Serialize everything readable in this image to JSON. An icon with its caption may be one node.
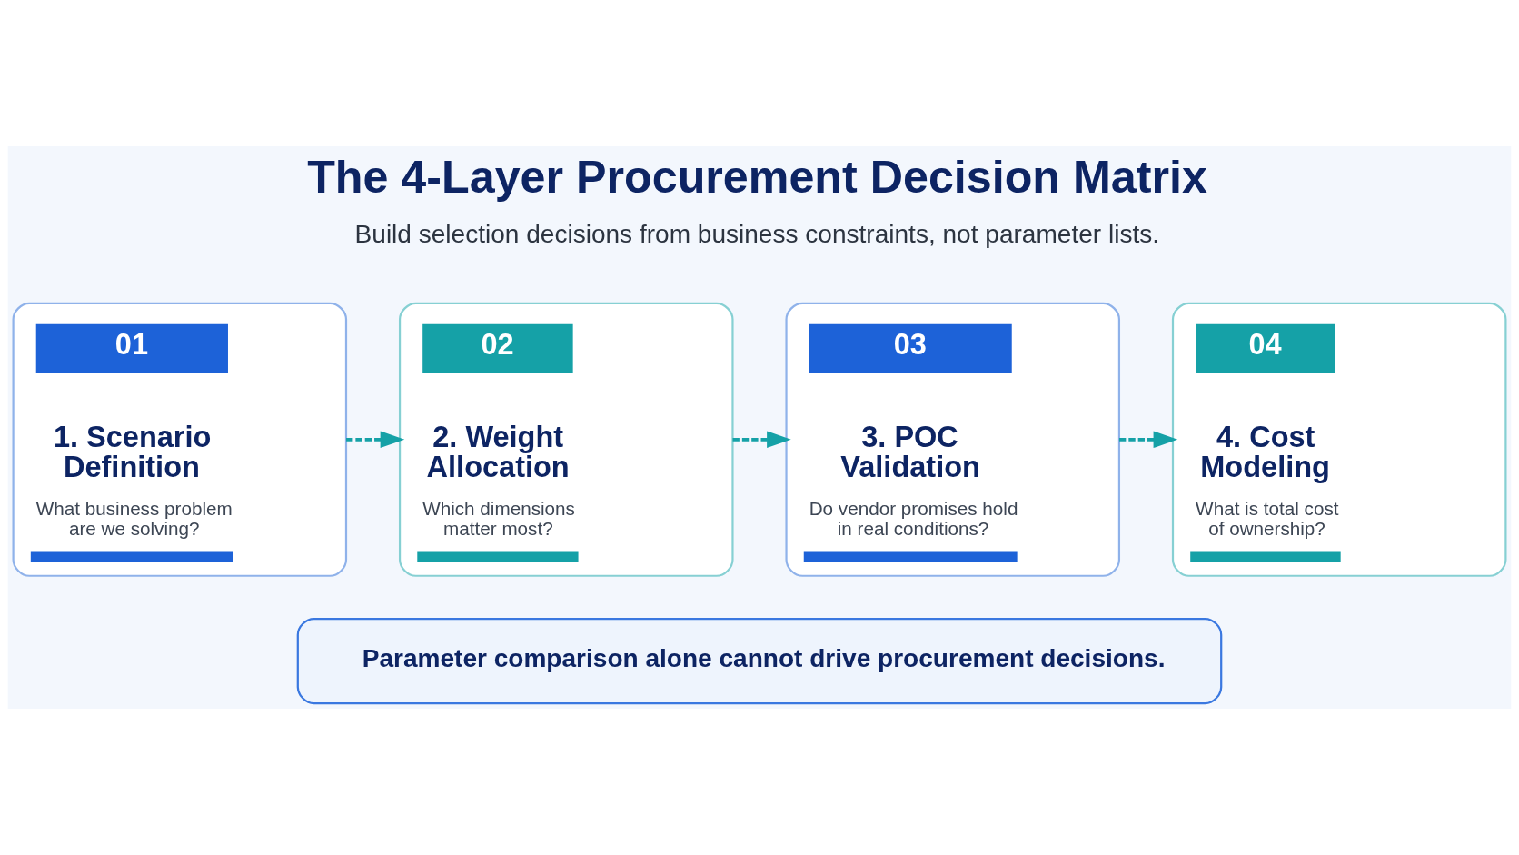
{
  "diagram": {
    "title": "The 4-Layer Procurement Decision Matrix",
    "nodes": [
      {
        "text": [
          "01",
          "1. Scenario Definition",
          "What business problem are we solving?"
        ]
      },
      {
        "text": [
          "02",
          "2. Weight Allocation",
          "Which dimensions matter most?"
        ]
      },
      {
        "text": [
          "03",
          "3. POC Validation",
          "Do vendor promises hold in real conditions?"
        ]
      },
      {
        "text": [
          "04",
          "4. Cost Modeling",
          "What is total cost of ownership?"
        ]
      },
      {
        "text": [
          "Parameter comparison alone cannot drive procurement decisions."
        ]
      }
    ],
    "edges": [
      {
        "from": 0,
        "to": 1,
        "arrow": "to",
        "style": "dashed"
      },
      {
        "from": 1,
        "to": 2,
        "arrow": "to",
        "style": "dashed"
      },
      {
        "from": 2,
        "to": 3,
        "arrow": "to",
        "style": "dashed"
      }
    ],
    "labels": [
      "Build selection decisions from business constraints, not parameter lists."
    ]
  }
}
